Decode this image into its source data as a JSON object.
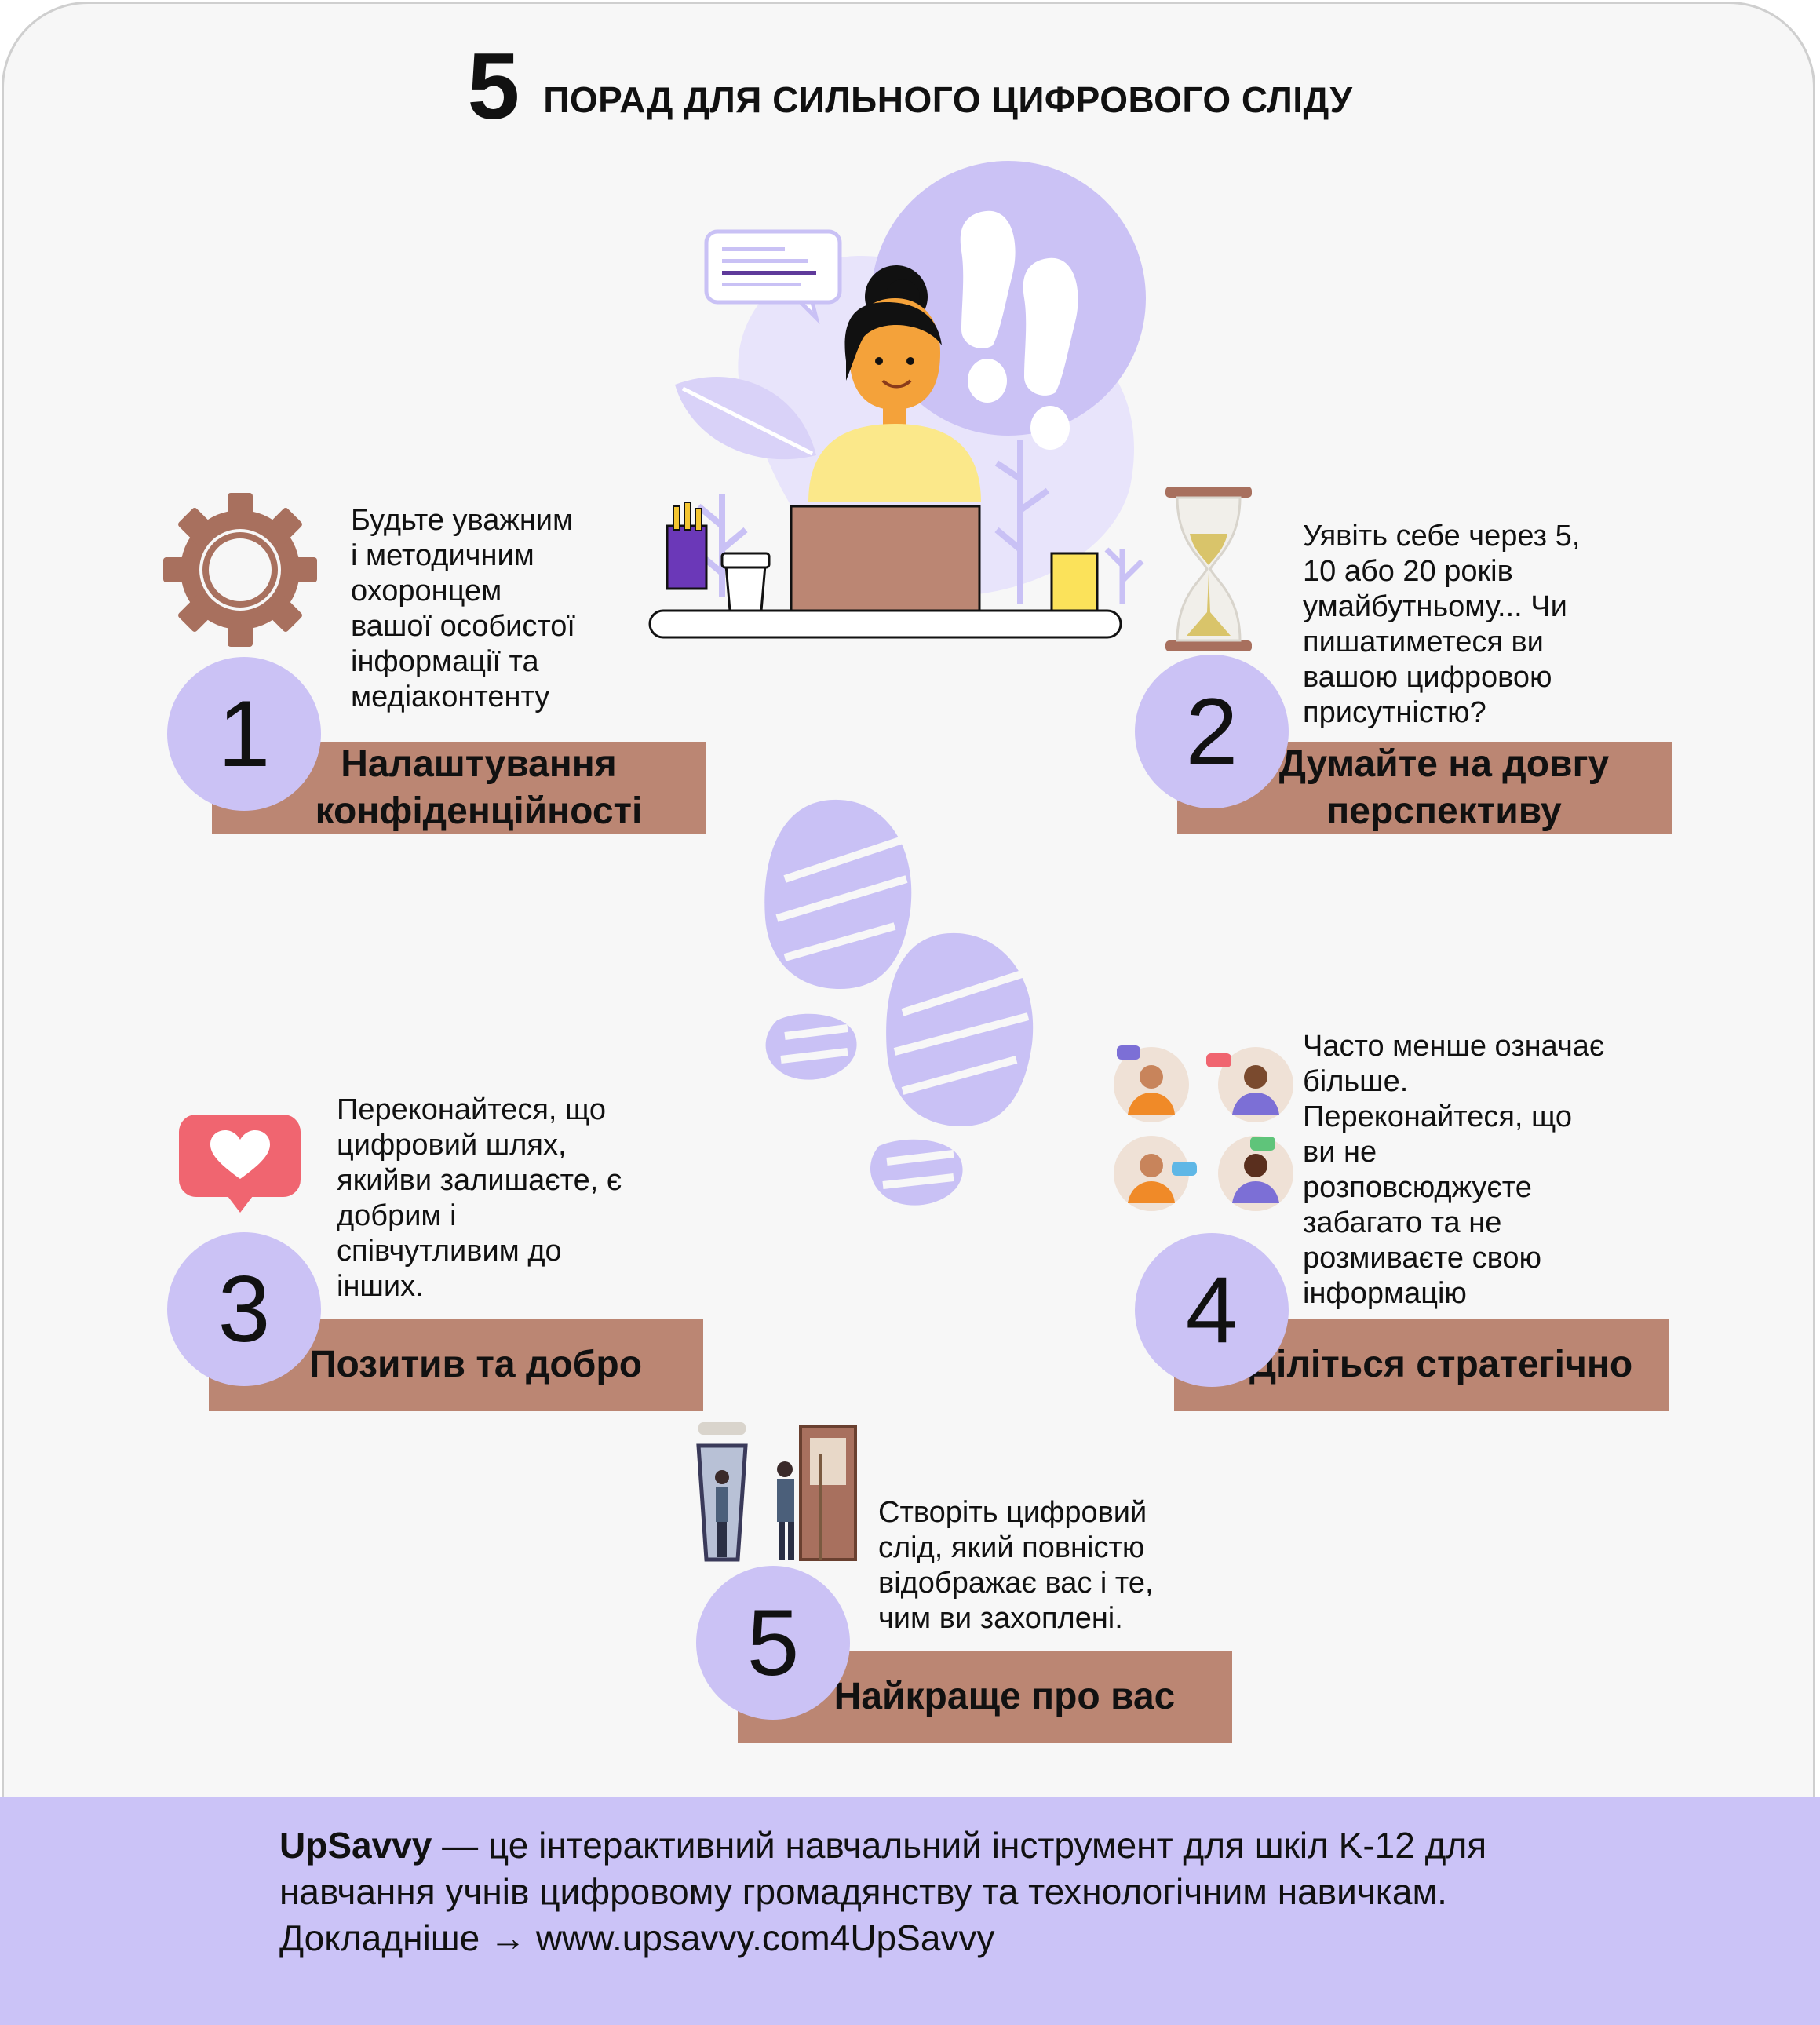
{
  "header": {
    "number": "5",
    "title": "ПОРАД ДЛЯ СИЛЬНОГО ЦИФРОВОГО СЛІДУ"
  },
  "tips": [
    {
      "number": "1",
      "title": "Налаштування конфіденційності",
      "text": " Будьте уважним\nі методичним\nохоронцем\nвашої особистої\nінформації та\nмедіаконтенту",
      "icon": "gear-icon"
    },
    {
      "number": "2",
      "title": "Думайте на довгу перспективу",
      "text": "Уявіть себе через 5,\n10 або 20 років\nумайбутньому... Чи\nпишатиметеся ви\nвашою цифровою\nприсутністю?",
      "icon": "hourglass-icon"
    },
    {
      "number": "3",
      "title": "Позитив та добро",
      "text": "Переконайтеся, що\nцифровий шлях,\nякийви залишаєте, є\nдобрим і\nспівчутливим до\nінших.",
      "icon": "heart-notification-icon"
    },
    {
      "number": "4",
      "title": "Діліться стратегічно",
      "text": "Часто менше означає\nбільше.\nПереконайтеся, що\nви не\nрозповсюджуєте\nзабагато та не\nрозмиваєте свою\nінформацію",
      "icon": "video-chat-icon"
    },
    {
      "number": "5",
      "title": "Найкраще про вас",
      "text": "Створіть цифровий\nслід, який повністю\nвідображає вас і те,\nчим ви захоплені.",
      "icon": "mirror-icon"
    }
  ],
  "footer": {
    "brand": "UpSavvy",
    "text": " — це інтерактивний навчальний інструмент для шкіл K-12 для навчання учнів цифровому громадянству та технологічним навичкам. Докладніше → www.upsavvy.com4UpSavvy"
  },
  "colors": {
    "accent_circle": "#cbc2f5",
    "banner": "#bb8673",
    "footer_bg": "#cbc3f7",
    "footprint": "#c9c1f5"
  }
}
